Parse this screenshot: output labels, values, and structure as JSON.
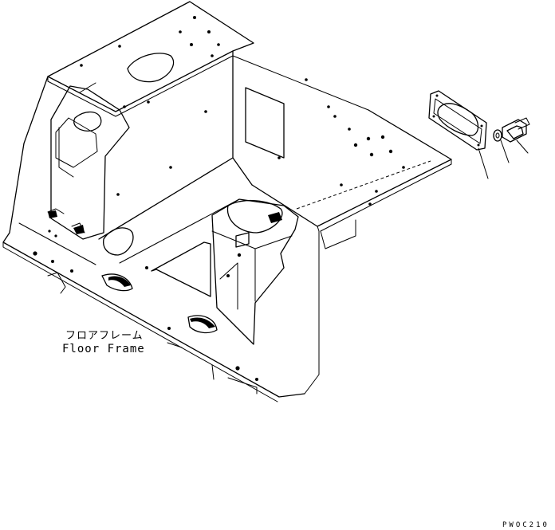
{
  "diagram": {
    "part_label_japanese": "フロアフレーム",
    "part_label_english": "Floor Frame",
    "drawing_code": "PWOC210"
  }
}
